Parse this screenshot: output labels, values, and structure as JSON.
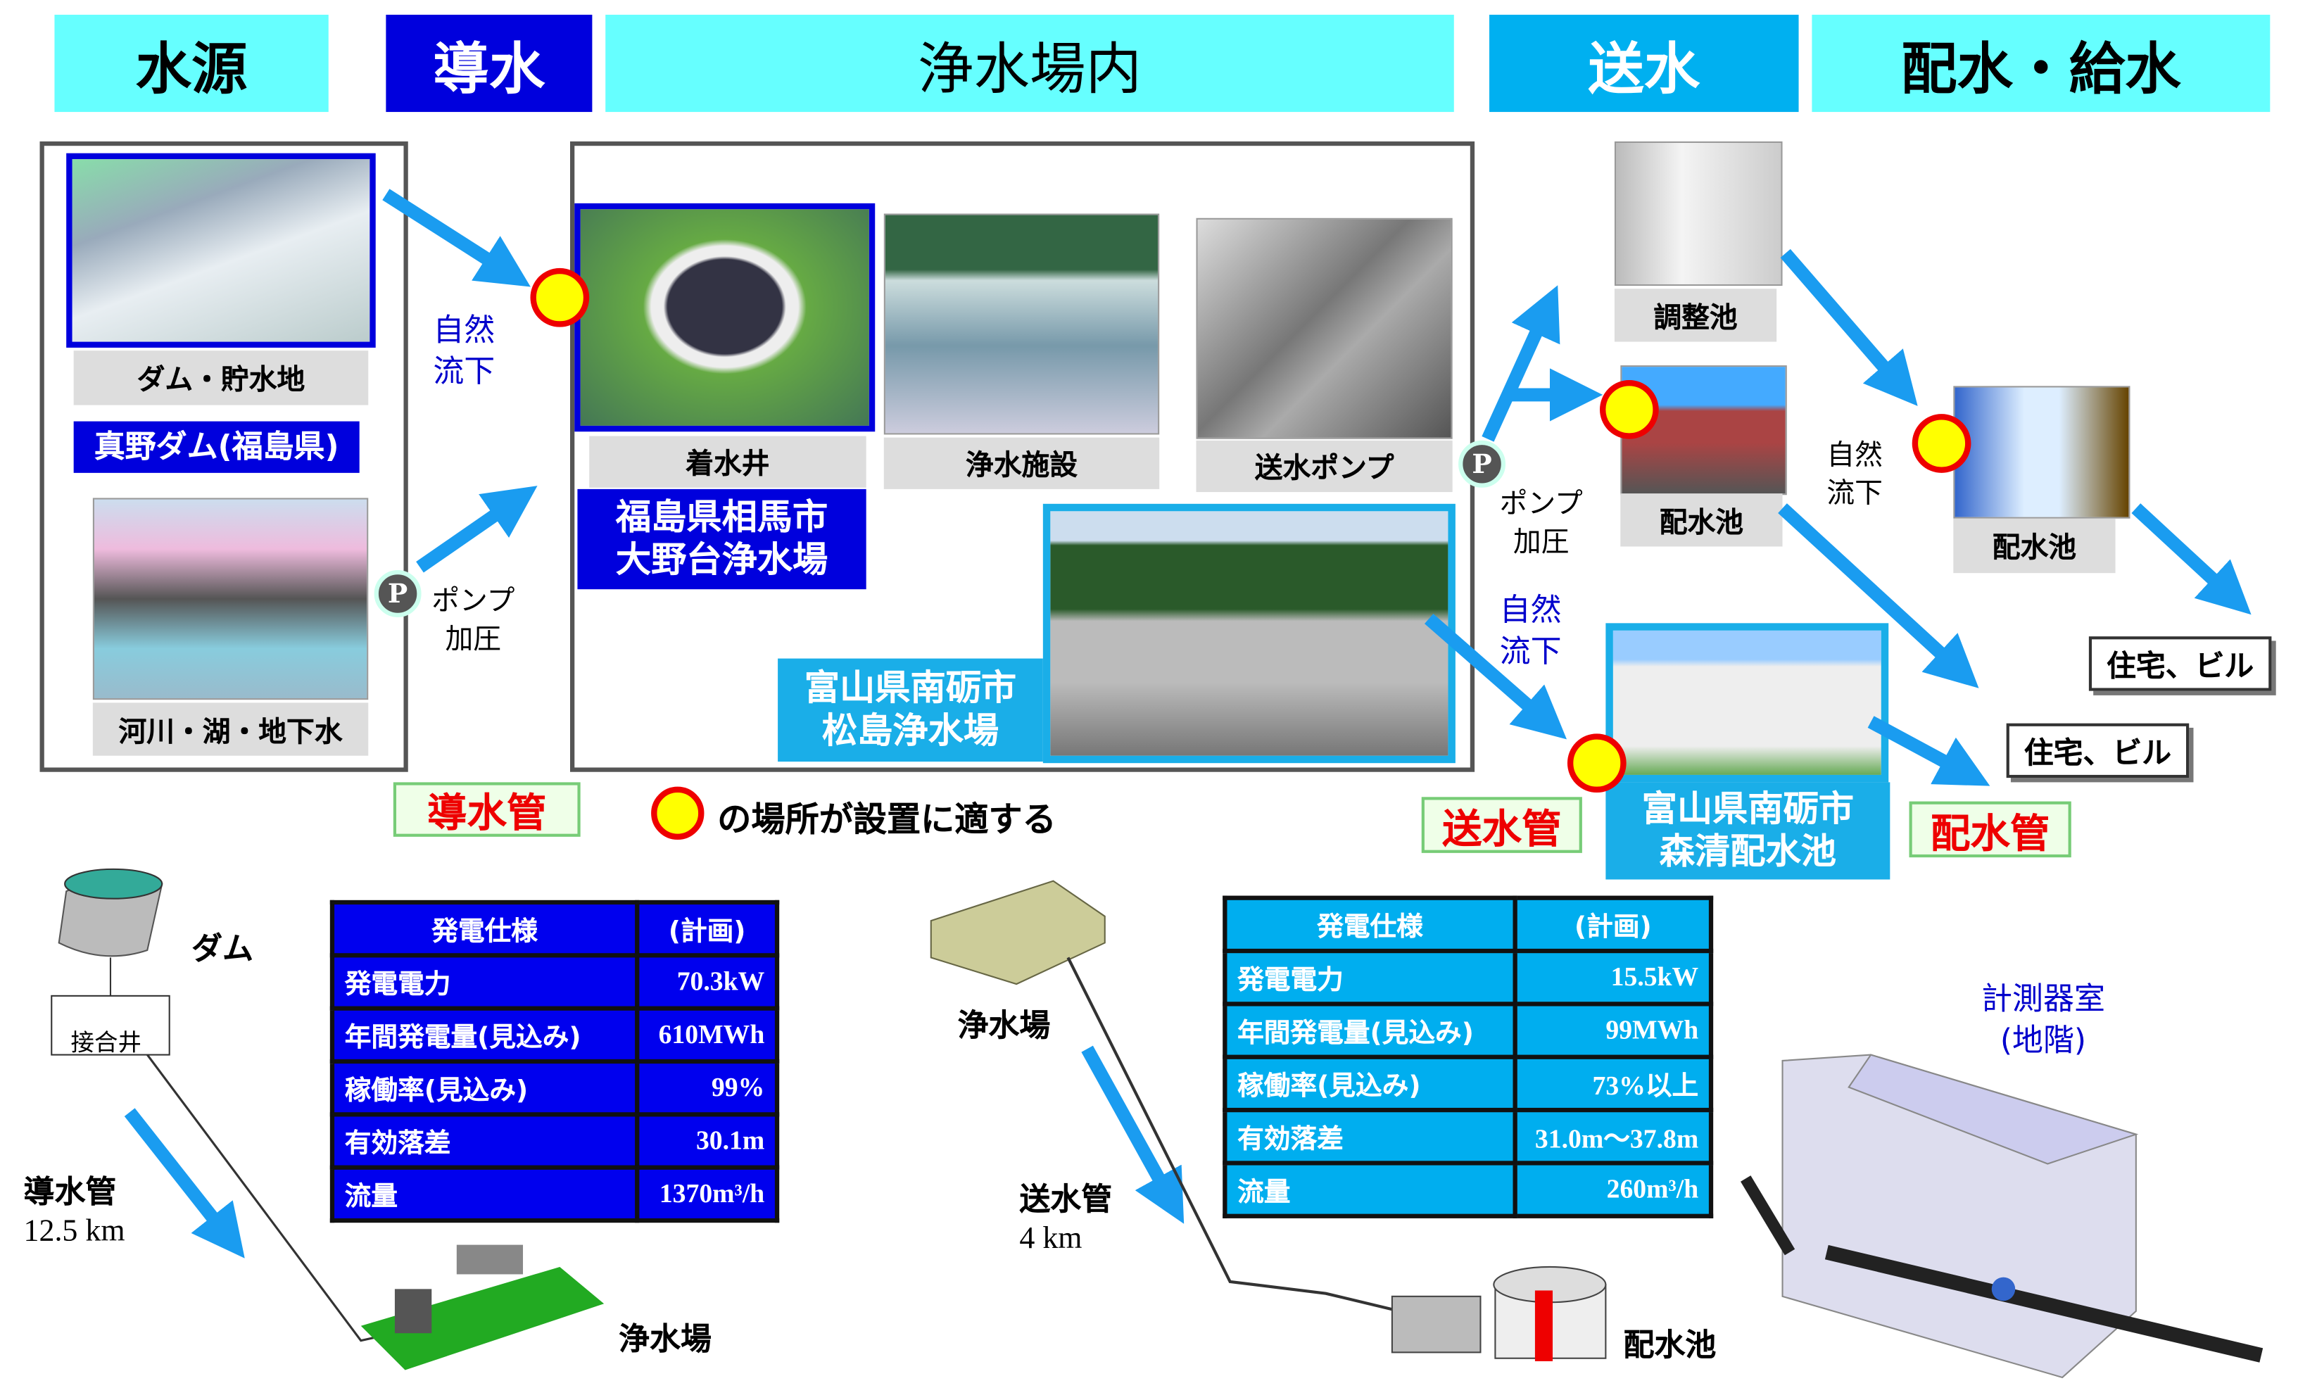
{
  "headers": {
    "source": "水源",
    "conveyance": "導水",
    "plant": "浄水場内",
    "transmission": "送水",
    "distribution": "配水・給水"
  },
  "source": {
    "dam_label": "ダム・貯水地",
    "dam_name": "真野ダム(福島県)",
    "river_label": "河川・湖・地下水"
  },
  "plant": {
    "receiving_well": "着水井",
    "treatment": "浄水施設",
    "pump": "送水ポンプ",
    "fukushima_line1": "福島県相馬市",
    "fukushima_line2": "大野台浄水場",
    "toyama_line1": "富山県南砺市",
    "toyama_line2": "松島浄水場"
  },
  "flow": {
    "gravity": [
      "自然",
      "流下"
    ],
    "pump": [
      "ポンプ",
      "加圧"
    ],
    "p": "P"
  },
  "distribution": {
    "regulating_pond": "調整池",
    "distribution_pond": "配水池",
    "distribution_pond2": "配水池",
    "houses": "住宅、ビル",
    "morisei_line1": "富山県南砺市",
    "morisei_line2": "森清配水池"
  },
  "pipes": {
    "conveyance": "導水管",
    "transmission": "送水管",
    "distribution": "配水管"
  },
  "legend": "の場所が設置に適する",
  "diagram1": {
    "dam": "ダム",
    "junction_well": "接合井",
    "pipe": "導水管",
    "length": "12.5 km",
    "plant": "浄水場"
  },
  "diagram2": {
    "plant": "浄水場",
    "pipe": "送水管",
    "length": "4 km",
    "pond": "配水池",
    "room_line1": "計測器室",
    "room_line2": "(地階)"
  },
  "table1": {
    "header": [
      "発電仕様",
      "(計画)"
    ],
    "rows": [
      [
        "発電電力",
        "70.3kW"
      ],
      [
        "年間発電量(見込み)",
        "610MWh"
      ],
      [
        "稼働率(見込み)",
        "99%"
      ],
      [
        "有効落差",
        "30.1m"
      ],
      [
        "流量",
        "1370m³/h"
      ]
    ]
  },
  "table2": {
    "header": [
      "発電仕様",
      "(計画)"
    ],
    "rows": [
      [
        "発電電力",
        "15.5kW"
      ],
      [
        "年間発電量(見込み)",
        "99MWh"
      ],
      [
        "稼働率(見込み)",
        "73%以上"
      ],
      [
        "有効落差",
        "31.0m～37.8m"
      ],
      [
        "流量",
        "260m³/h"
      ]
    ]
  },
  "colors": {
    "cyan": "#66ffff",
    "blue": "#0000dd",
    "sky": "#00b0f0",
    "arrow": "#1a9cf0",
    "marker_fill": "#ffff00",
    "marker_border": "#ee0000"
  }
}
